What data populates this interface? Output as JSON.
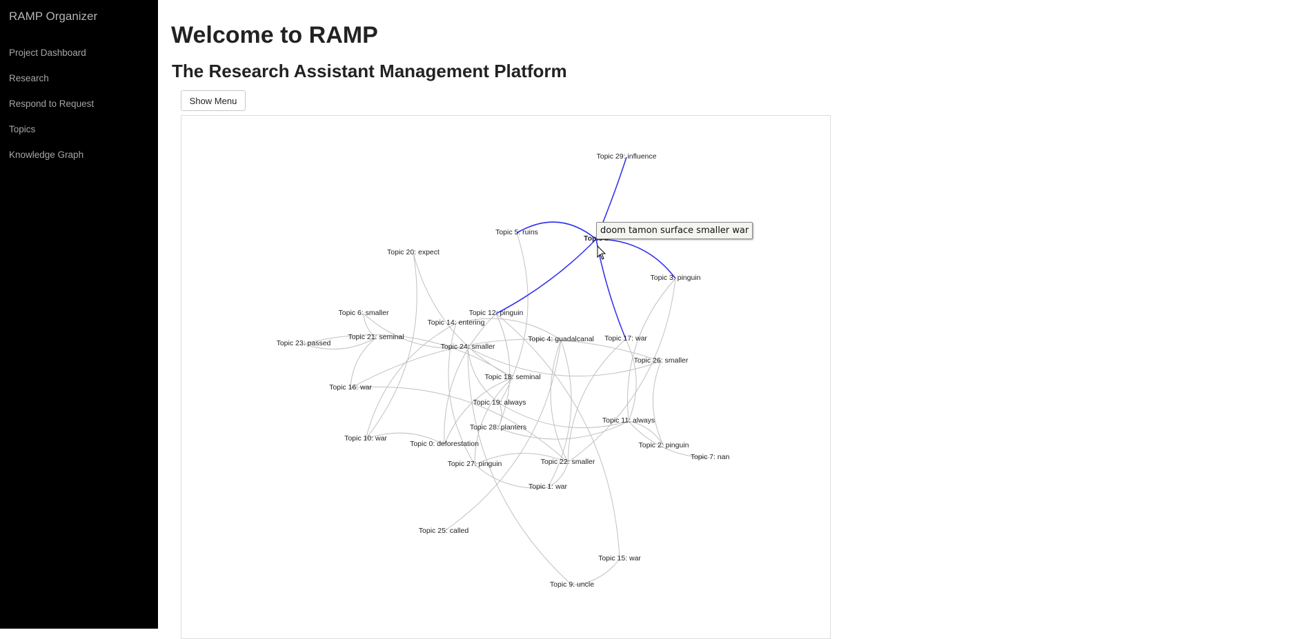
{
  "sidebar": {
    "brand": "RAMP Organizer",
    "items": [
      {
        "label": "Project Dashboard"
      },
      {
        "label": "Research"
      },
      {
        "label": "Respond to Request"
      },
      {
        "label": "Topics"
      },
      {
        "label": "Knowledge Graph"
      }
    ]
  },
  "main": {
    "title": "Welcome to RAMP",
    "subtitle": "The Research Assistant Management Platform",
    "show_menu_label": "Show Menu"
  },
  "graph": {
    "nodes": [
      {
        "id": 29,
        "label": "Topic 29: influence"
      },
      {
        "id": 5,
        "label": "Topic 5: ruins"
      },
      {
        "id": 8,
        "label": "Topic 8"
      },
      {
        "id": 20,
        "label": "Topic 20: expect"
      },
      {
        "id": 3,
        "label": "Topic 3: pinguin"
      },
      {
        "id": 6,
        "label": "Topic 6: smaller"
      },
      {
        "id": 12,
        "label": "Topic 12: pinguin"
      },
      {
        "id": 14,
        "label": "Topic 14: entering"
      },
      {
        "id": 21,
        "label": "Topic 21: seminal"
      },
      {
        "id": 23,
        "label": "Topic 23: passed"
      },
      {
        "id": 4,
        "label": "Topic 4: guadalcanal"
      },
      {
        "id": 17,
        "label": "Topic 17: war"
      },
      {
        "id": 24,
        "label": "Topic 24: smaller"
      },
      {
        "id": 26,
        "label": "Topic 26: smaller"
      },
      {
        "id": 18,
        "label": "Topic 18: seminal"
      },
      {
        "id": 16,
        "label": "Topic 16: war"
      },
      {
        "id": 19,
        "label": "Topic 19: always"
      },
      {
        "id": 11,
        "label": "Topic 11: always"
      },
      {
        "id": 28,
        "label": "Topic 28: planters"
      },
      {
        "id": 10,
        "label": "Topic 10: war"
      },
      {
        "id": 0,
        "label": "Topic 0: deforestation"
      },
      {
        "id": 2,
        "label": "Topic 2: pinguin"
      },
      {
        "id": 7,
        "label": "Topic 7: nan"
      },
      {
        "id": 22,
        "label": "Topic 22: smaller"
      },
      {
        "id": 27,
        "label": "Topic 27: pinguin"
      },
      {
        "id": 1,
        "label": "Topic 1: war"
      },
      {
        "id": 25,
        "label": "Topic 25: called"
      },
      {
        "id": 15,
        "label": "Topic 15: war"
      },
      {
        "id": 9,
        "label": "Topic 9: uncle"
      }
    ],
    "highlighted_edges": [
      [
        8,
        29
      ],
      [
        8,
        5
      ],
      [
        8,
        12
      ],
      [
        8,
        3
      ],
      [
        8,
        17
      ]
    ],
    "edges": [
      [
        5,
        19
      ],
      [
        20,
        18
      ],
      [
        20,
        10
      ],
      [
        6,
        24
      ],
      [
        12,
        28
      ],
      [
        12,
        0
      ],
      [
        14,
        4
      ],
      [
        14,
        27
      ],
      [
        21,
        23
      ],
      [
        21,
        16
      ],
      [
        23,
        18
      ],
      [
        4,
        22
      ],
      [
        4,
        1
      ],
      [
        17,
        22
      ],
      [
        17,
        11
      ],
      [
        3,
        11
      ],
      [
        3,
        22
      ],
      [
        26,
        16
      ],
      [
        26,
        24
      ],
      [
        18,
        27
      ],
      [
        16,
        22
      ],
      [
        19,
        11
      ],
      [
        19,
        24
      ],
      [
        28,
        11
      ],
      [
        10,
        0
      ],
      [
        11,
        7
      ],
      [
        11,
        2
      ],
      [
        22,
        27
      ],
      [
        22,
        1
      ],
      [
        24,
        9
      ],
      [
        15,
        9
      ],
      [
        15,
        12
      ],
      [
        1,
        27
      ],
      [
        25,
        4
      ],
      [
        10,
        14
      ],
      [
        6,
        21
      ],
      [
        2,
        26
      ],
      [
        28,
        19
      ],
      [
        0,
        18
      ]
    ],
    "hover_tooltip": "doom tamon surface smaller war",
    "colors": {
      "edge": "#c0c0c0",
      "highlight": "#3333ee"
    }
  }
}
